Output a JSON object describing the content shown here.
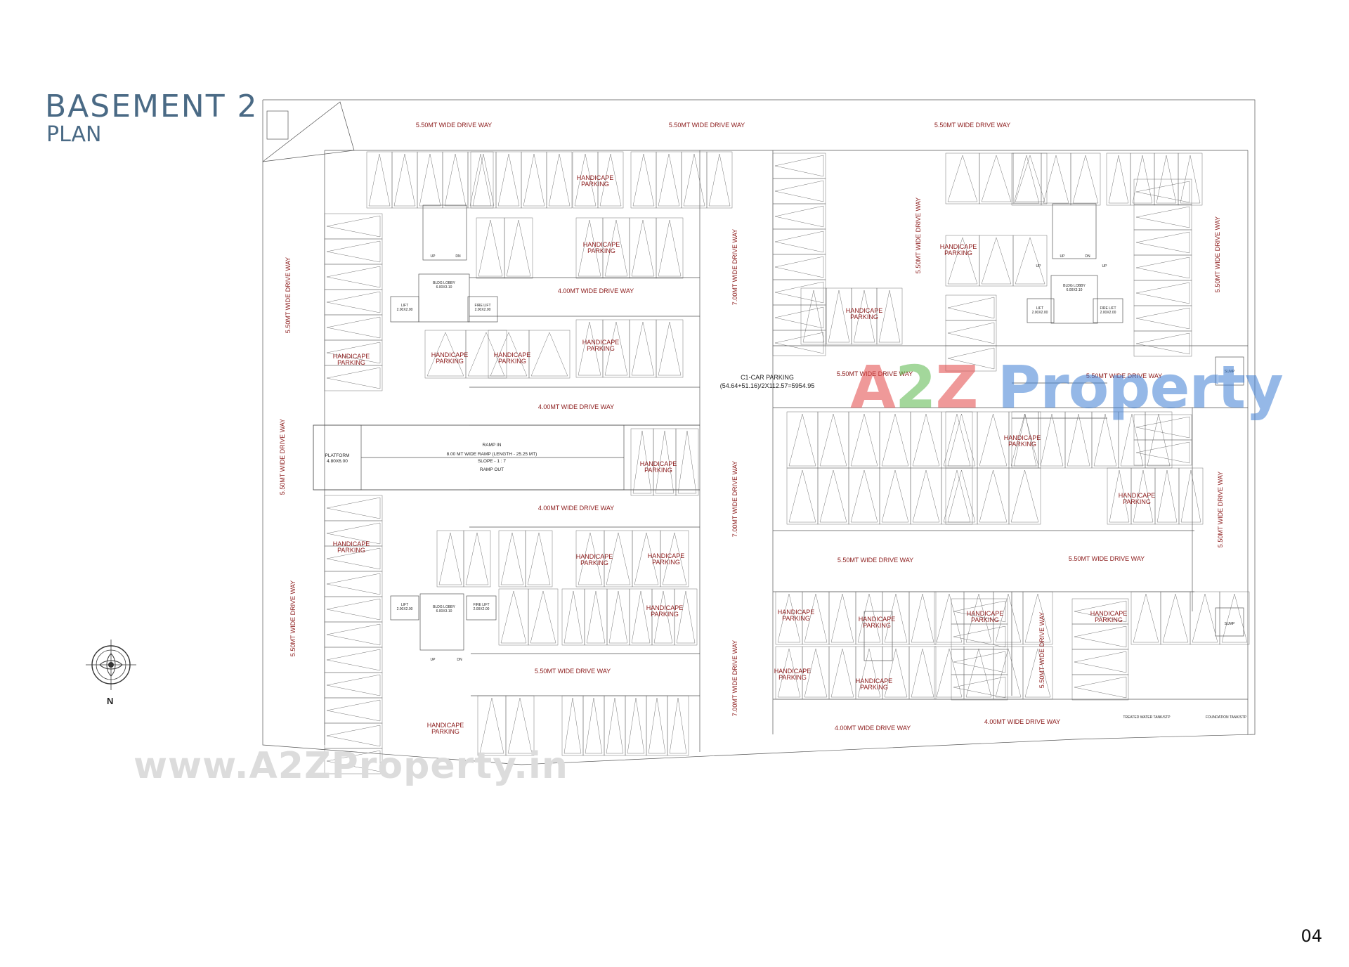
{
  "title": {
    "main": "BASEMENT 2",
    "sub": "PLAN"
  },
  "page_number": "04",
  "watermark": {
    "url": "www.A2ZProperty.in",
    "logo_parts": [
      "A",
      "2",
      "Z",
      " Property"
    ]
  },
  "compass": {
    "label": "N"
  },
  "plan": {
    "drive_ways": [
      "5.50MT WIDE DRIVE WAY",
      "5.50MT WIDE DRIVE WAY",
      "5.50MT WIDE DRIVE WAY",
      "4.00MT WIDE DRIVE WAY",
      "4.00MT WIDE DRIVE WAY",
      "4.00MT WIDE DRIVE WAY",
      "5.50MT WIDE DRIVE WAY",
      "5.50MT WIDE DRIVE WAY",
      "5.50MT WIDE DRIVE WAY",
      "5.50MT WIDE DRIVE WAY",
      "5.50MT WIDE DRIVE WAY",
      "5.50MT WIDE DRIVE WAY",
      "4.00MT WIDE DRIVE WAY",
      "4.00MT WIDE DRIVE WAY",
      "5.50MT WIDE DRIVE WAY",
      "5.50MT WIDE DRIVE WAY",
      "5.50MT WIDE DRIVE WAY",
      "5.50MT WIDE DRIVE WAY",
      "5.50MT WIDE DRIVE WAY",
      "5.50MT WIDE DRIVE WAY",
      "7.00MT WIDE DRIVE WAY",
      "7.00MT WIDE DRIVE WAY",
      "7.00MT WIDE DRIVE WAY",
      "5.50MT WIDE DRIVE WAY",
      "5.50MT WIDE DRIVE WAY",
      "5.50MT WIDE DRIVE WAY"
    ],
    "handicape": [
      "HANDICAPE",
      "PARKING"
    ],
    "c1_parking": [
      "C1-CAR  PARKING",
      "(54.64+51.16)/2X112.57=5954.95"
    ],
    "ramp": {
      "in": "RAMP IN",
      "length": "8.00 MT WIDE RAMP (LENGTH - 25.25 MT)",
      "slope": "SLOPE - 1 : 7",
      "out": "RAMP OUT"
    },
    "platform": [
      "PLATFORM",
      "4.80X6.00"
    ],
    "lift": [
      "LIFT",
      "2.00X2.00"
    ],
    "fire_lift": [
      "FIRE LIFT",
      "2.00X2.00"
    ],
    "lobby": [
      "BLDG LOBBY",
      "6.00X3.10"
    ],
    "stair": {
      "up": "UP",
      "dn": "DN"
    },
    "pump": "SUMP",
    "treated_water": "TREATED WATER TANK/STP",
    "foundation": "FOUNDATION TANK/STP"
  }
}
